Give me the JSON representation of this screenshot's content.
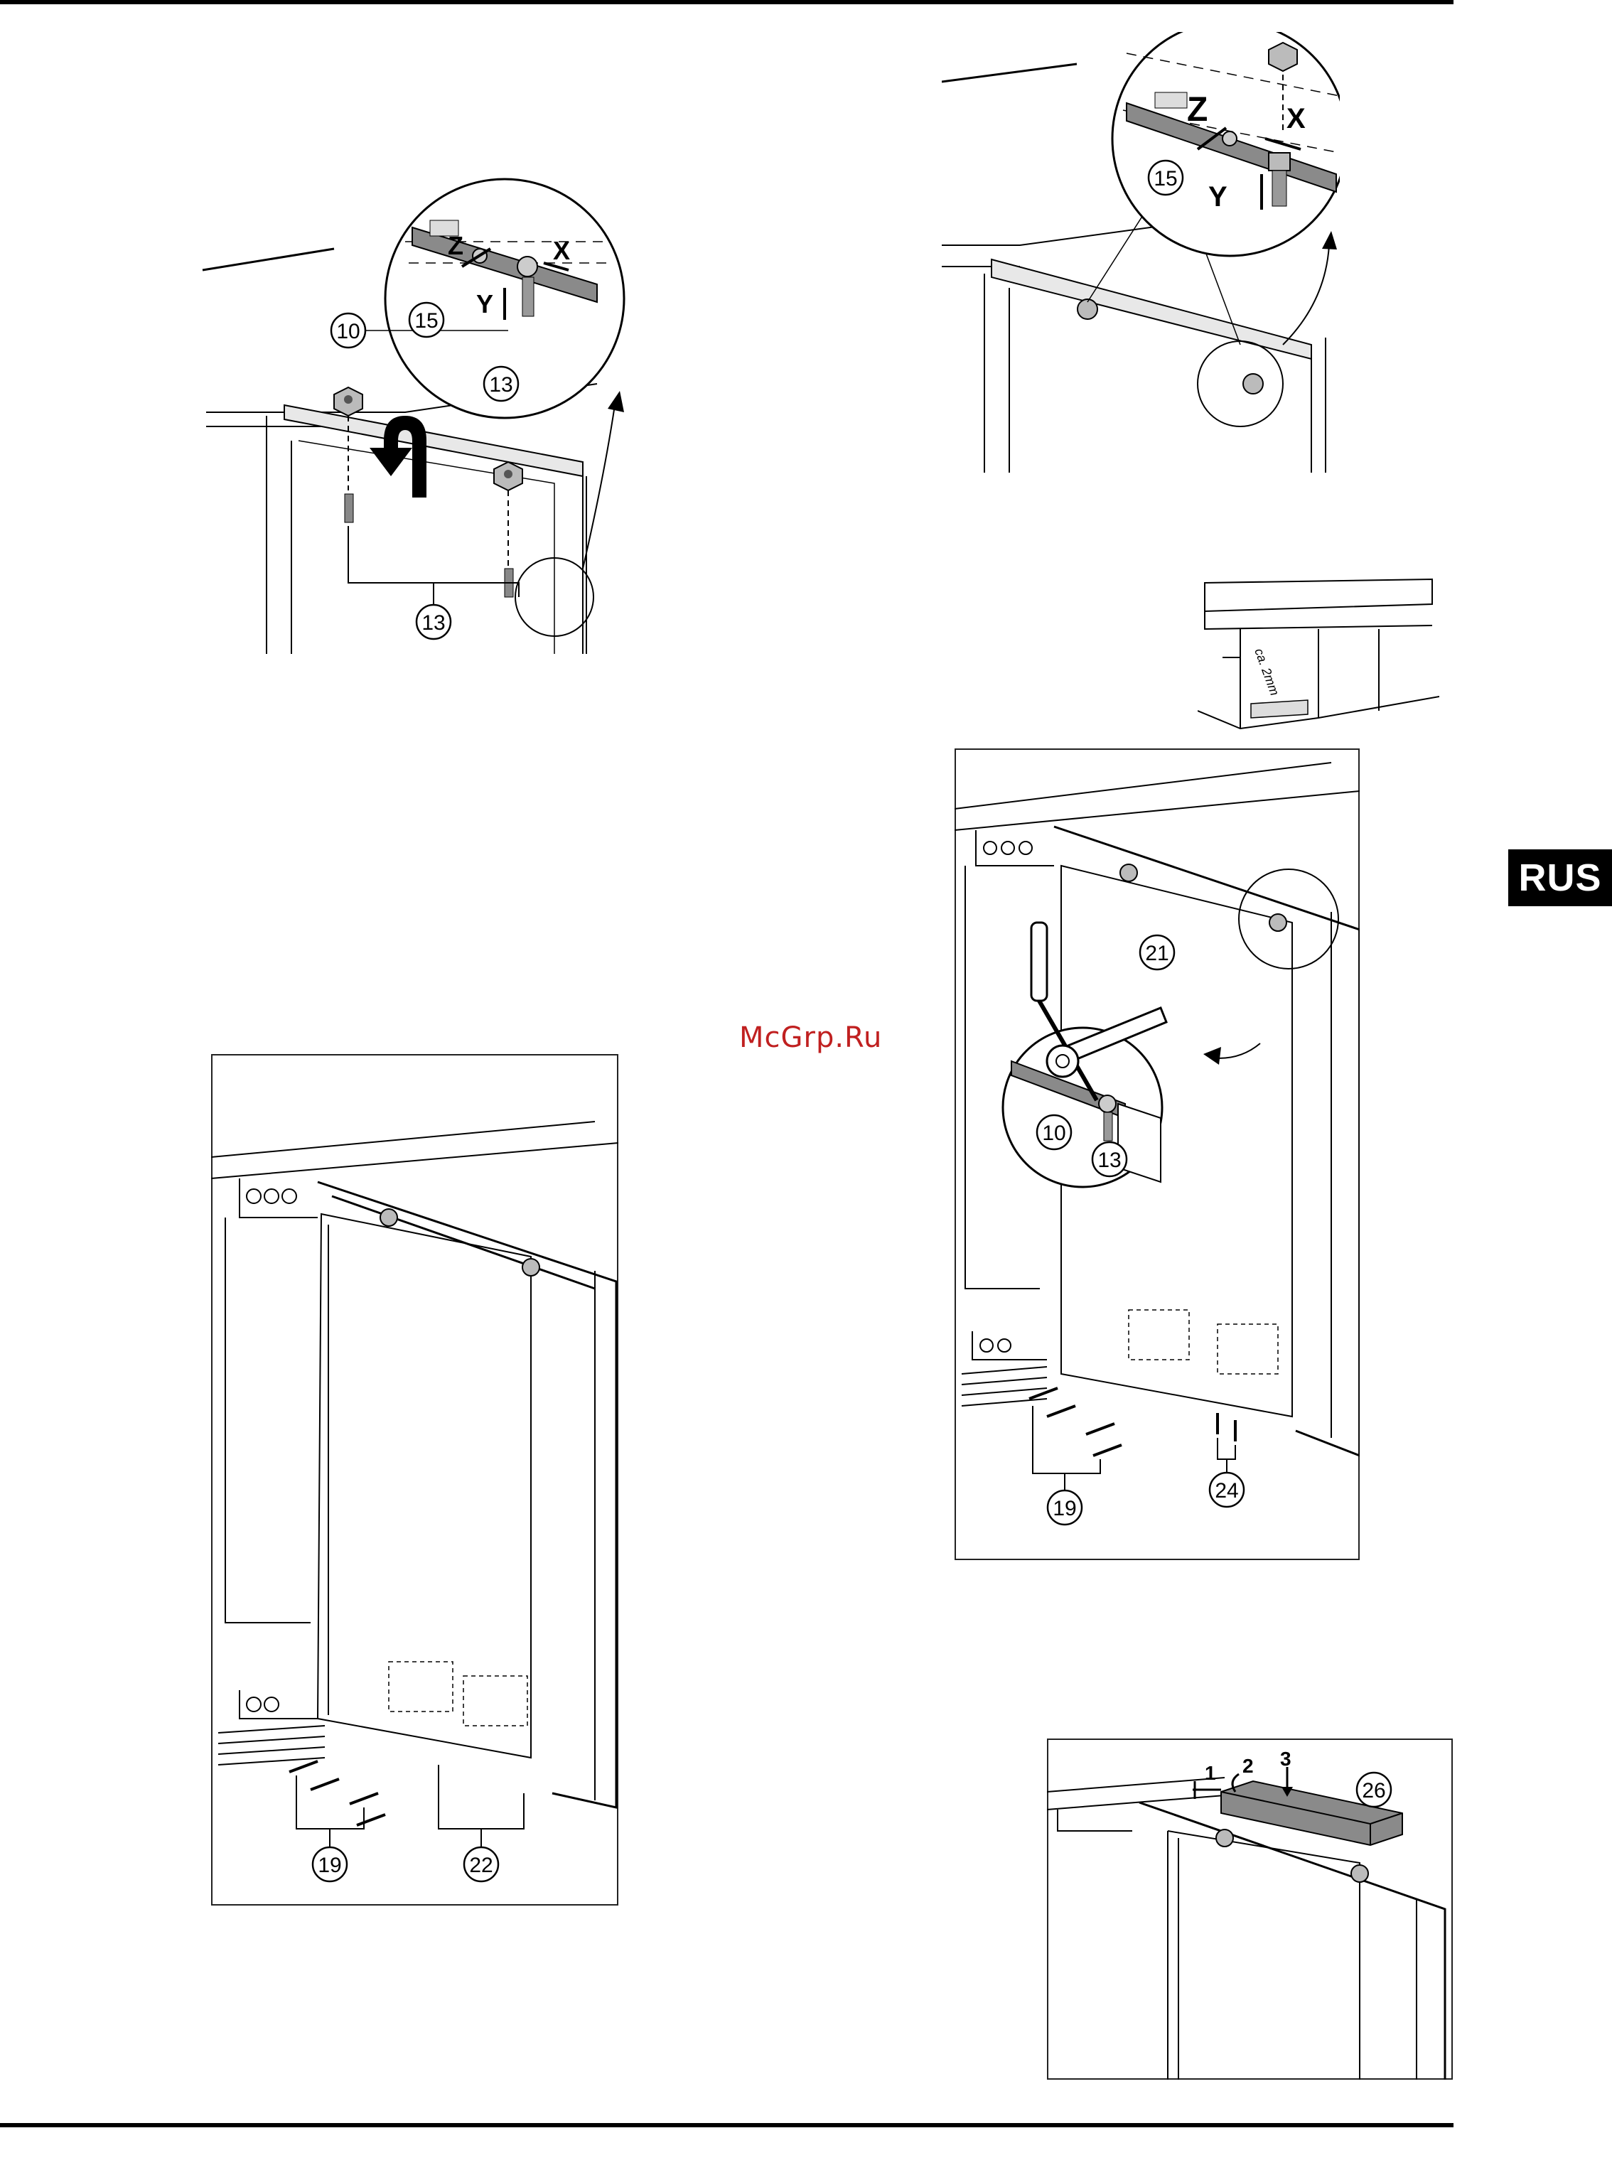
{
  "page": {
    "language_badge": "RUS",
    "watermark": "McGrp.Ru"
  },
  "figures": {
    "fig1": {
      "callouts": [
        "10",
        "15",
        "13",
        "13"
      ],
      "axes": [
        "Z",
        "X",
        "Y"
      ]
    },
    "fig2": {
      "callouts": [
        "15"
      ],
      "axes": [
        "Z",
        "X",
        "Y"
      ]
    },
    "fig3": {
      "dimension_label": "ca. 2mm"
    },
    "fig4": {
      "callouts": [
        "19",
        "22"
      ]
    },
    "fig5": {
      "callouts": [
        "21",
        "10",
        "13",
        "19",
        "24"
      ]
    },
    "fig6": {
      "callouts": [
        "26"
      ],
      "steps": [
        "1",
        "2",
        "3"
      ]
    }
  }
}
